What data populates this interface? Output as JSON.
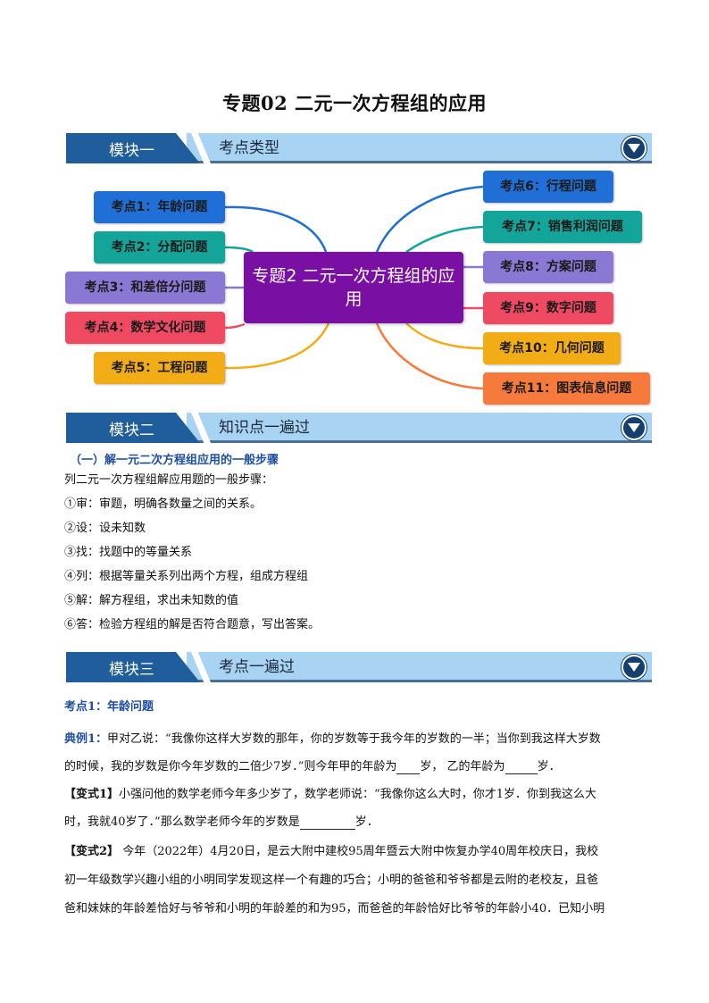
{
  "document_title": "专题02  二元一次方程组的应用",
  "modules": [
    {
      "label": "模块一",
      "subtitle": "考点类型"
    },
    {
      "label": "模块二",
      "subtitle": "知识点一遍过"
    },
    {
      "label": "模块三",
      "subtitle": "考点一遍过"
    }
  ],
  "mindmap": {
    "center": "专题2  二元一次方程组的应用",
    "left_nodes": [
      {
        "label": "考点1：年龄问题",
        "color": "#1f6fd6"
      },
      {
        "label": "考点2：分配问题",
        "color": "#14a59a"
      },
      {
        "label": "考点3：和差倍分问题",
        "color": "#8a78d4"
      },
      {
        "label": "考点4：数学文化问题",
        "color": "#f04a63"
      },
      {
        "label": "考点5：工程问题",
        "color": "#f2ac16"
      }
    ],
    "right_nodes": [
      {
        "label": "考点6：行程问题",
        "color": "#1f6fd6"
      },
      {
        "label": "考点7：销售利润问题",
        "color": "#14a59a"
      },
      {
        "label": "考点8：方案问题",
        "color": "#8a78d4"
      },
      {
        "label": "考点9：数字问题",
        "color": "#f04a63"
      },
      {
        "label": "考点10：几何问题",
        "color": "#f2ac16"
      },
      {
        "label": "考点11：图表信息问题",
        "color": "#f57a3c"
      }
    ]
  },
  "knowledge": {
    "heading": "（一）解一元二次方程组应用的一般步骤",
    "intro": "列二元一次方程组解应用题的一般步骤：",
    "steps": [
      "①审：审题，明确各数量之间的关系。",
      "②设：设未知数",
      "③找：找题中的等量关系",
      "④列：根据等量关系列出两个方程，组成方程组",
      "⑤解：解方程组，求出未知数的值",
      "⑥答：检验方程组的解是否符合题意，写出答案。"
    ]
  },
  "exam": {
    "point_title": "考点1：年龄问题",
    "example": {
      "label": "典例1：",
      "line1": "甲对乙说：“我像你这样大岁数的那年，你的岁数等于我今年的岁数的一半；当你到我这样大岁数",
      "line2a": "的时候，我的岁数是你今年岁数的二倍少7岁．”则今年甲的年龄为",
      "line2b": "岁，  乙的年龄为",
      "line2c": "岁．"
    },
    "variant1": {
      "label": "【变式1】",
      "line1": "小强问他的数学老师今年多少岁了，数学老师说：“我像你这么大时，你才1岁．你到我这么大",
      "line2a": "时，我就40岁了．”那么数学老师今年的岁数是",
      "line2b": "岁．"
    },
    "variant2": {
      "label": "【变式2】",
      "line1": "今年（2022年）4月20日，是云大附中建校95周年暨云大附中恢复办学40周年校庆日，我校",
      "line2": "初一年级数学兴趣小组的小明同学发现这样一个有趣的巧合；小明的爸爸和爷爷都是云附的老校友，且爸",
      "line3": "爸和妹妹的年龄差恰好与爷爷和小明的年龄差的和为95，而爸爸的年龄恰好比爷爷的年龄小40．已知小明"
    }
  }
}
